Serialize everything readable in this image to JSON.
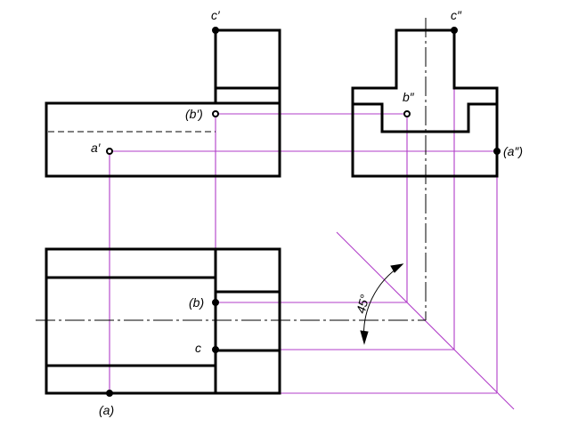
{
  "labels": {
    "c_front": "c′",
    "b_front": "(b′)",
    "a_front": "a′",
    "c_side": "c″",
    "b_side": "b″",
    "a_side": "(a″)",
    "b_top": "(b)",
    "c_top": "c",
    "a_top": "(a)",
    "angle": "45°"
  },
  "colors": {
    "object_lines": "#000000",
    "projection_lines": "#b03cc8",
    "background": "#ffffff"
  }
}
